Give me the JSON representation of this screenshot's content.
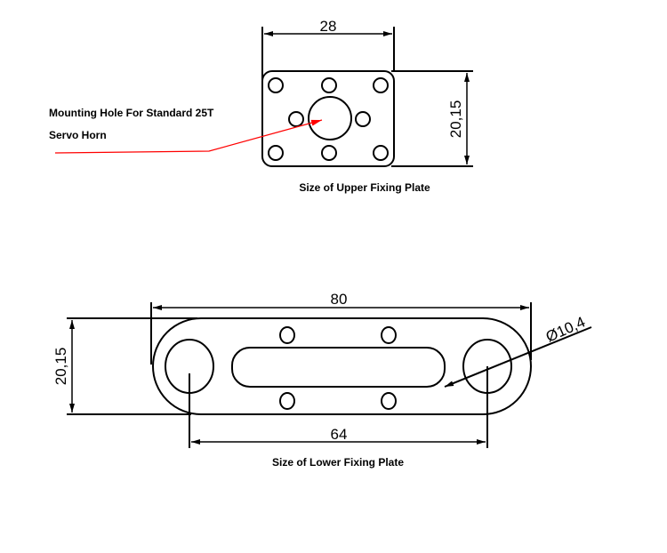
{
  "upper": {
    "width_dim": "28",
    "height_dim": "20,15",
    "caption": "Size of Upper Fixing Plate",
    "annotation_line1": "Mounting Hole For Standard 25T",
    "annotation_line2": "Servo Horn"
  },
  "lower": {
    "width_dim": "80",
    "height_dim": "20,15",
    "hole_spacing_dim": "64",
    "hole_diameter_dim": "Ø10,4",
    "caption": "Size of Lower Fixing Plate"
  },
  "colors": {
    "line": "#000000",
    "leader": "#ff0000"
  }
}
